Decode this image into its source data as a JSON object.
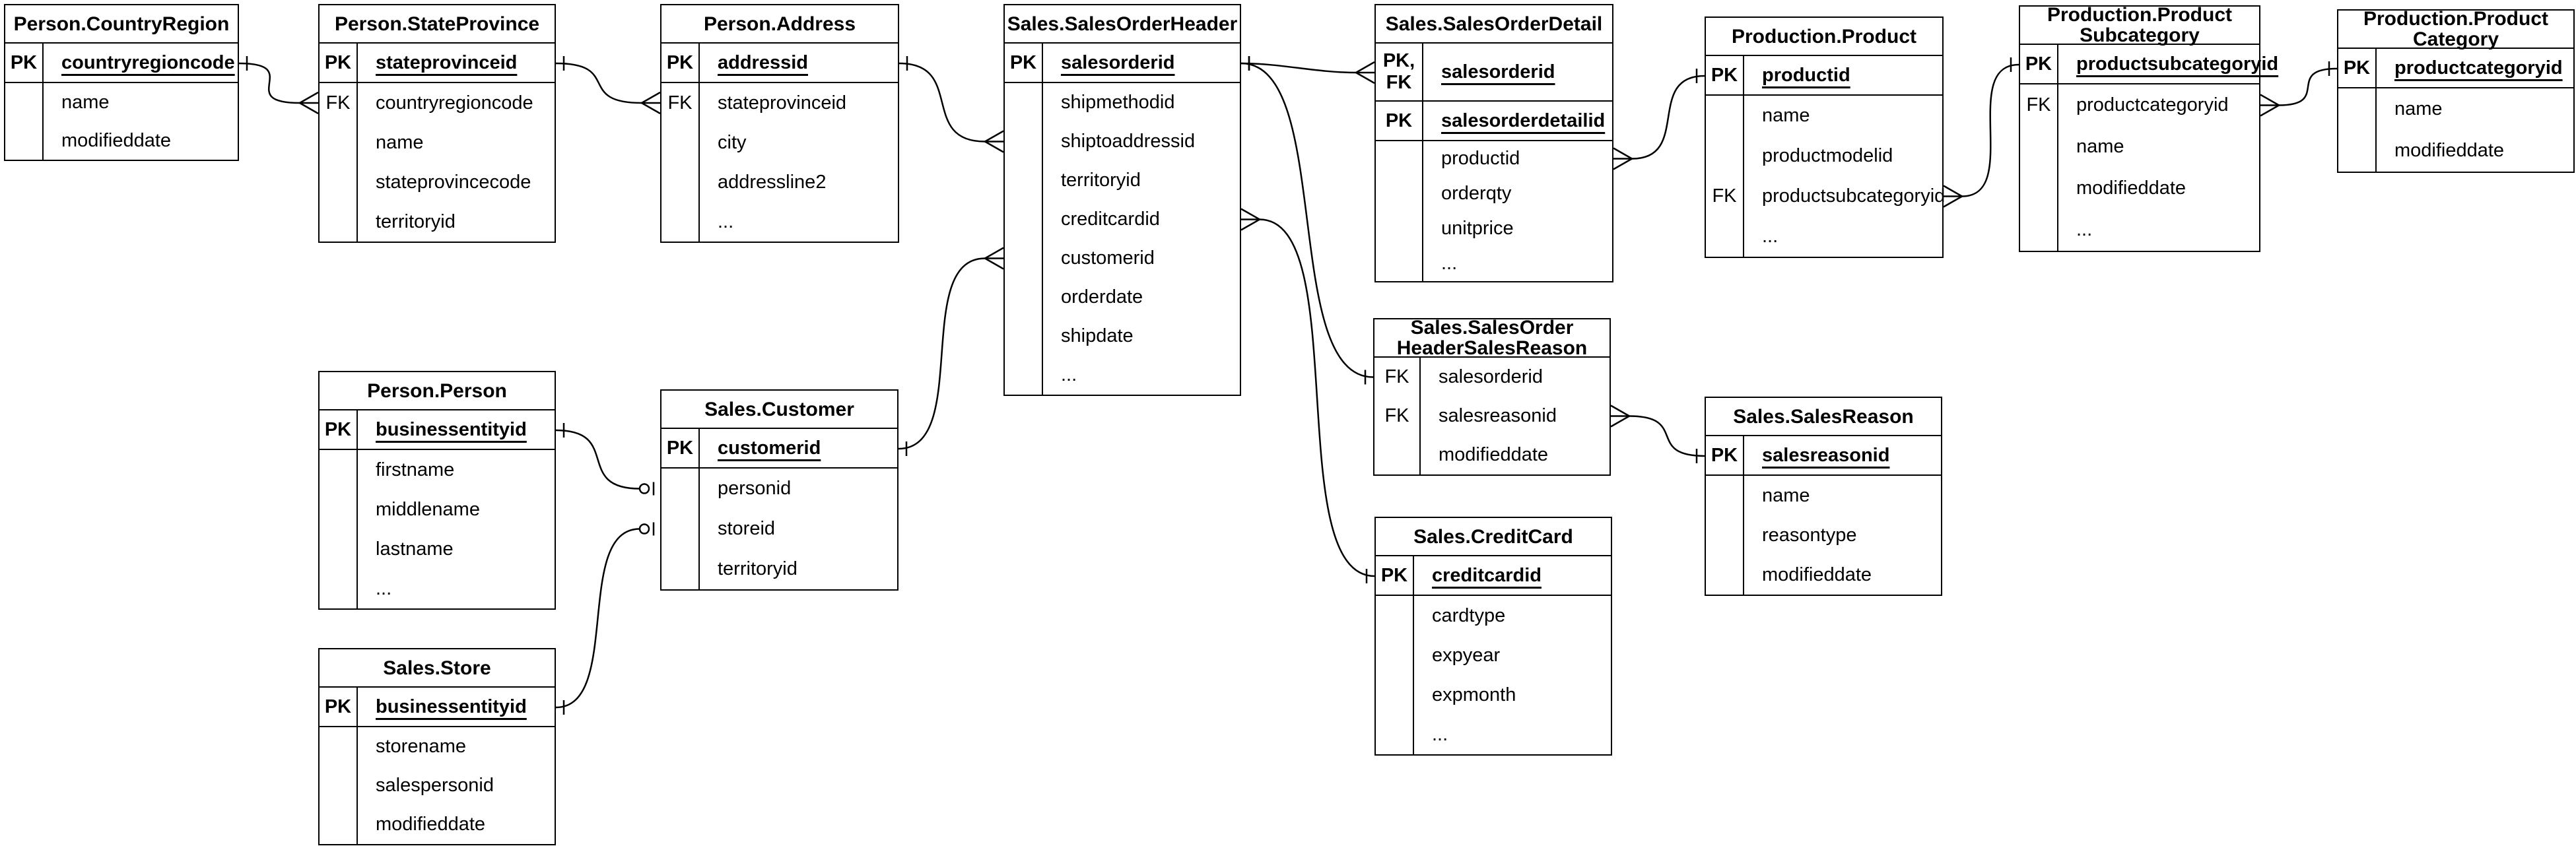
{
  "diagram": {
    "type": "entity-relationship-diagram",
    "notation": {
      "one": "tick",
      "many": "crow-foot",
      "zero_or_one": "circle-tick"
    },
    "colors": {
      "line": "#000000",
      "background": "#ffffff",
      "text": "#000000"
    },
    "tables": [
      {
        "id": "countryregion",
        "title_lines": [
          "Person.CountryRegion"
        ],
        "rows": [
          {
            "key": "PK",
            "name": "countryregioncode",
            "pk": true
          },
          {
            "key": "",
            "name": "name"
          },
          {
            "key": "",
            "name": "modifieddate"
          }
        ]
      },
      {
        "id": "stateprovince",
        "title_lines": [
          "Person.StateProvince"
        ],
        "rows": [
          {
            "key": "PK",
            "name": "stateprovinceid",
            "pk": true
          },
          {
            "key": "FK",
            "name": "countryregioncode"
          },
          {
            "key": "",
            "name": "name"
          },
          {
            "key": "",
            "name": "stateprovincecode"
          },
          {
            "key": "",
            "name": "territoryid"
          }
        ]
      },
      {
        "id": "address",
        "title_lines": [
          "Person.Address"
        ],
        "rows": [
          {
            "key": "PK",
            "name": "addressid",
            "pk": true
          },
          {
            "key": "FK",
            "name": "stateprovinceid"
          },
          {
            "key": "",
            "name": "city"
          },
          {
            "key": "",
            "name": "addressline2"
          },
          {
            "key": "",
            "name": "..."
          }
        ]
      },
      {
        "id": "salesorderheader",
        "title_lines": [
          "Sales.SalesOrderHeader"
        ],
        "rows": [
          {
            "key": "PK",
            "name": "salesorderid",
            "pk": true
          },
          {
            "key": "",
            "name": "shipmethodid"
          },
          {
            "key": "",
            "name": "shiptoaddressid"
          },
          {
            "key": "",
            "name": "territoryid"
          },
          {
            "key": "",
            "name": "creditcardid"
          },
          {
            "key": "",
            "name": "customerid"
          },
          {
            "key": "",
            "name": "orderdate"
          },
          {
            "key": "",
            "name": "shipdate"
          },
          {
            "key": "",
            "name": "..."
          }
        ]
      },
      {
        "id": "salesorderdetail",
        "title_lines": [
          "Sales.SalesOrderDetail"
        ],
        "rows": [
          {
            "key": "PK,\nFK",
            "name": "salesorderid",
            "pk": true
          },
          {
            "key": "PK",
            "name": "salesorderdetailid",
            "pk": true
          },
          {
            "key": "",
            "name": "productid"
          },
          {
            "key": "",
            "name": "orderqty"
          },
          {
            "key": "",
            "name": "unitprice"
          },
          {
            "key": "",
            "name": "..."
          }
        ]
      },
      {
        "id": "product",
        "title_lines": [
          "Production.Product"
        ],
        "rows": [
          {
            "key": "PK",
            "name": "productid",
            "pk": true
          },
          {
            "key": "",
            "name": "name"
          },
          {
            "key": "",
            "name": "productmodelid"
          },
          {
            "key": "FK",
            "name": "productsubcategoryid"
          },
          {
            "key": "",
            "name": "..."
          }
        ]
      },
      {
        "id": "productsubcategory",
        "title_lines": [
          "Production.Product",
          "Subcategory"
        ],
        "rows": [
          {
            "key": "PK",
            "name": "productsubcategoryid",
            "pk": true
          },
          {
            "key": "FK",
            "name": "productcategoryid"
          },
          {
            "key": "",
            "name": "name"
          },
          {
            "key": "",
            "name": "modifieddate"
          },
          {
            "key": "",
            "name": "..."
          }
        ]
      },
      {
        "id": "productcategory",
        "title_lines": [
          "Production.Product",
          "Category"
        ],
        "rows": [
          {
            "key": "PK",
            "name": "productcategoryid",
            "pk": true
          },
          {
            "key": "",
            "name": "name"
          },
          {
            "key": "",
            "name": "modifieddate"
          }
        ]
      },
      {
        "id": "person",
        "title_lines": [
          "Person.Person"
        ],
        "rows": [
          {
            "key": "PK",
            "name": "businessentityid",
            "pk": true
          },
          {
            "key": "",
            "name": "firstname"
          },
          {
            "key": "",
            "name": "middlename"
          },
          {
            "key": "",
            "name": "lastname"
          },
          {
            "key": "",
            "name": "..."
          }
        ]
      },
      {
        "id": "customer",
        "title_lines": [
          "Sales.Customer"
        ],
        "rows": [
          {
            "key": "PK",
            "name": "customerid",
            "pk": true
          },
          {
            "key": "",
            "name": "personid"
          },
          {
            "key": "",
            "name": "storeid"
          },
          {
            "key": "",
            "name": "territoryid"
          }
        ]
      },
      {
        "id": "store",
        "title_lines": [
          "Sales.Store"
        ],
        "rows": [
          {
            "key": "PK",
            "name": "businessentityid",
            "pk": true
          },
          {
            "key": "",
            "name": "storename"
          },
          {
            "key": "",
            "name": "salespersonid"
          },
          {
            "key": "",
            "name": "modifieddate"
          }
        ]
      },
      {
        "id": "sohsalesreason",
        "title_lines": [
          "Sales.SalesOrder",
          "HeaderSalesReason"
        ],
        "rows": [
          {
            "key": "FK",
            "name": "salesorderid"
          },
          {
            "key": "FK",
            "name": "salesreasonid"
          },
          {
            "key": "",
            "name": "modifieddate"
          }
        ]
      },
      {
        "id": "salesreason",
        "title_lines": [
          "Sales.SalesReason"
        ],
        "rows": [
          {
            "key": "PK",
            "name": "salesreasonid",
            "pk": true
          },
          {
            "key": "",
            "name": "name"
          },
          {
            "key": "",
            "name": "reasontype"
          },
          {
            "key": "",
            "name": "modifieddate"
          }
        ]
      },
      {
        "id": "creditcard",
        "title_lines": [
          "Sales.CreditCard"
        ],
        "rows": [
          {
            "key": "PK",
            "name": "creditcardid",
            "pk": true
          },
          {
            "key": "",
            "name": "cardtype"
          },
          {
            "key": "",
            "name": "expyear"
          },
          {
            "key": "",
            "name": "expmonth"
          },
          {
            "key": "",
            "name": "..."
          }
        ]
      }
    ],
    "relationships": [
      {
        "from_table": "countryregion",
        "from_row": "countryregioncode",
        "from_card": "one",
        "to_table": "stateprovince",
        "to_row": "countryregioncode",
        "to_card": "many"
      },
      {
        "from_table": "stateprovince",
        "from_row": "stateprovinceid",
        "from_card": "one",
        "to_table": "address",
        "to_row": "stateprovinceid",
        "to_card": "many"
      },
      {
        "from_table": "address",
        "from_row": "addressid",
        "from_card": "one",
        "to_table": "salesorderheader",
        "to_row": "shiptoaddressid",
        "to_card": "many"
      },
      {
        "from_table": "customer",
        "from_row": "customerid",
        "from_card": "one",
        "to_table": "salesorderheader",
        "to_row": "customerid",
        "to_card": "many"
      },
      {
        "from_table": "person",
        "from_row": "businessentityid",
        "from_card": "one",
        "to_table": "customer",
        "to_row": "personid",
        "to_card": "zero_or_one"
      },
      {
        "from_table": "store",
        "from_row": "businessentityid",
        "from_card": "one",
        "to_table": "customer",
        "to_row": "storeid",
        "to_card": "zero_or_one"
      },
      {
        "from_table": "salesorderheader",
        "from_row": "salesorderid",
        "from_card": "one",
        "to_table": "salesorderdetail",
        "to_row": "salesorderid",
        "to_card": "many"
      },
      {
        "from_table": "salesorderheader",
        "from_row": "salesorderid",
        "from_card": "one",
        "to_table": "sohsalesreason",
        "to_row": "salesorderid",
        "to_card": "one"
      },
      {
        "from_table": "salesorderheader",
        "from_row": "creditcardid",
        "from_card": "many",
        "to_table": "creditcard",
        "to_row": "creditcardid",
        "to_card": "one"
      },
      {
        "from_table": "salesorderdetail",
        "from_row": "productid",
        "from_card": "many",
        "to_table": "product",
        "to_row": "productid",
        "to_card": "one"
      },
      {
        "from_table": "product",
        "from_row": "productsubcategoryid",
        "from_card": "many",
        "to_table": "productsubcategory",
        "to_row": "productsubcategoryid",
        "to_card": "one"
      },
      {
        "from_table": "productsubcategory",
        "from_row": "productcategoryid",
        "from_card": "many",
        "to_table": "productcategory",
        "to_row": "productcategoryid",
        "to_card": "one"
      },
      {
        "from_table": "sohsalesreason",
        "from_row": "salesreasonid",
        "from_card": "many",
        "to_table": "salesreason",
        "to_row": "salesreasonid",
        "to_card": "one"
      }
    ]
  }
}
